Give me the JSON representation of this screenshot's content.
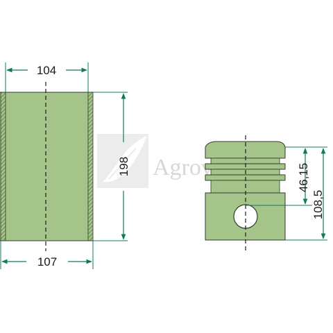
{
  "watermark": {
    "brand": "Agrovec"
  },
  "liner": {
    "inner_diameter_label": "104",
    "outer_diameter_label": "107",
    "length_label": "198"
  },
  "piston": {
    "compression_height_label": "46,15",
    "total_height_label": "108,5"
  },
  "colors": {
    "part_fill": "#a4c48a",
    "part_outline": "#2f3b2a",
    "dimension_line": "#127a5c",
    "hatch": "#4f6a44"
  }
}
